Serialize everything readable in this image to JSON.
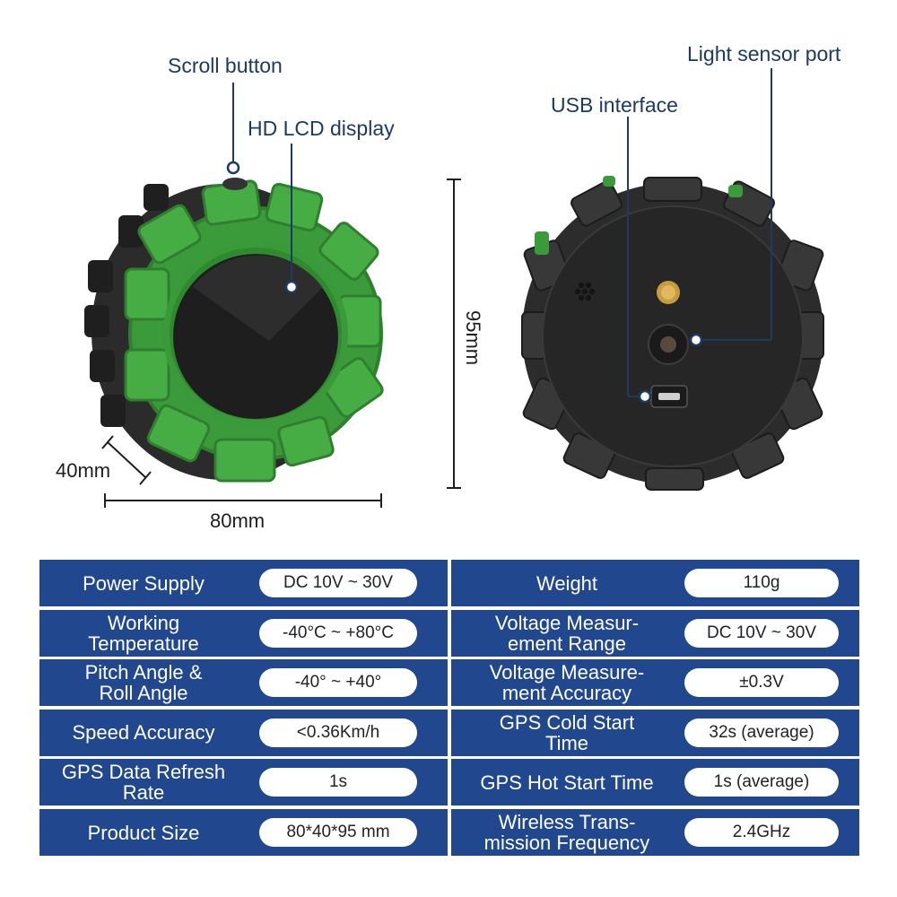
{
  "callouts": {
    "scroll_button": "Scroll button",
    "hd_lcd": "HD LCD display",
    "usb": "USB interface",
    "light_sensor": "Light sensor port"
  },
  "dimensions": {
    "depth": "40mm",
    "width": "80mm",
    "height": "95mm"
  },
  "colors": {
    "shell_green": "#3b9a3a",
    "body_black": "#2a2a2a",
    "table_blue": "#21478f",
    "callout_line": "#1d3a63"
  },
  "specs": [
    {
      "left_name": "Power Supply",
      "left_value": "DC 10V ~ 30V",
      "right_name": "Weight",
      "right_value": "110g"
    },
    {
      "left_name": "Working\nTemperature",
      "left_value": "-40°C ~ +80°C",
      "right_name": "Voltage Measur-\nement Range",
      "right_value": "DC 10V ~ 30V"
    },
    {
      "left_name": "Pitch Angle &\nRoll Angle",
      "left_value": "-40° ~ +40°",
      "right_name": "Voltage Measure-\nment Accuracy",
      "right_value": "±0.3V"
    },
    {
      "left_name": "Speed Accuracy",
      "left_value": "<0.36Km/h",
      "right_name": "GPS Cold Start\nTime",
      "right_value": "32s (average)"
    },
    {
      "left_name": "GPS Data Refresh\nRate",
      "left_value": "1s",
      "right_name": "GPS Hot Start Time",
      "right_value": "1s (average)"
    },
    {
      "left_name": "Product Size",
      "left_value": "80*40*95 mm",
      "right_name": "Wireless Trans-\nmission Frequency",
      "right_value": "2.4GHz"
    }
  ]
}
